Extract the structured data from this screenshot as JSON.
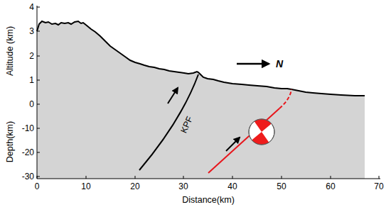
{
  "diagram": {
    "labels": [
      "Altitude (km)",
      "Depth(km)",
      "Distance(km)",
      "KPF",
      "N",
      "4",
      "3",
      "2",
      "1",
      "0",
      "-10",
      "-20",
      "-30",
      "0",
      "10",
      "20",
      "30",
      "40",
      "50",
      "60",
      "70"
    ]
  }
}
